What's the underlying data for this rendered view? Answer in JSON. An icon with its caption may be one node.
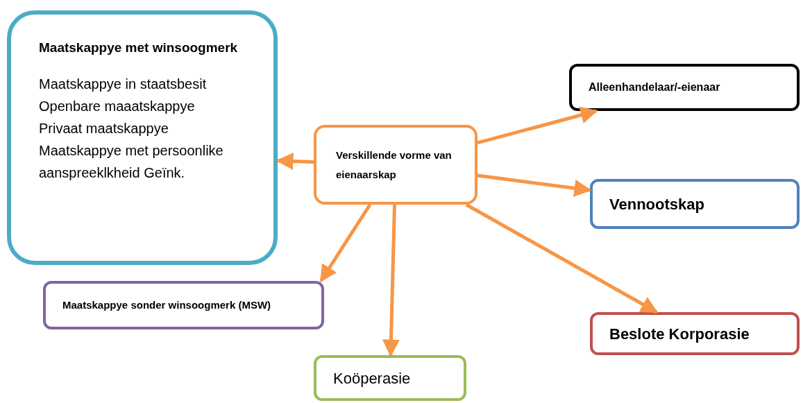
{
  "diagram": {
    "nodes": [
      {
        "text": [
          "Verskillende vorme van eienaarskap"
        ]
      },
      {
        "text": [
          "Maatskappye met winsoogmerk",
          "Maatskappye in staatsbesit",
          "Openbare maaatskappye",
          "Privaat maatskappye",
          "Maatskappye met persoonlike aanspreeklkheid Geïnk."
        ]
      },
      {
        "text": [
          "Alleenhandelaar/-eienaar"
        ]
      },
      {
        "text": [
          "Vennootskap"
        ]
      },
      {
        "text": [
          "Maatskappye sonder winsoogmerk (MSW)"
        ]
      },
      {
        "text": [
          "Koöperasie"
        ]
      },
      {
        "text": [
          "Beslote Korporasie"
        ]
      }
    ],
    "edges": [
      {
        "from": 0,
        "to": 2,
        "arrow": "to"
      },
      {
        "from": 0,
        "to": 1,
        "arrow": "to"
      },
      {
        "from": 0,
        "to": 3,
        "arrow": "to"
      },
      {
        "from": 0,
        "to": 4,
        "arrow": "to"
      },
      {
        "from": 0,
        "to": 5,
        "arrow": "to"
      },
      {
        "from": 0,
        "to": 6,
        "arrow": "to"
      }
    ]
  }
}
